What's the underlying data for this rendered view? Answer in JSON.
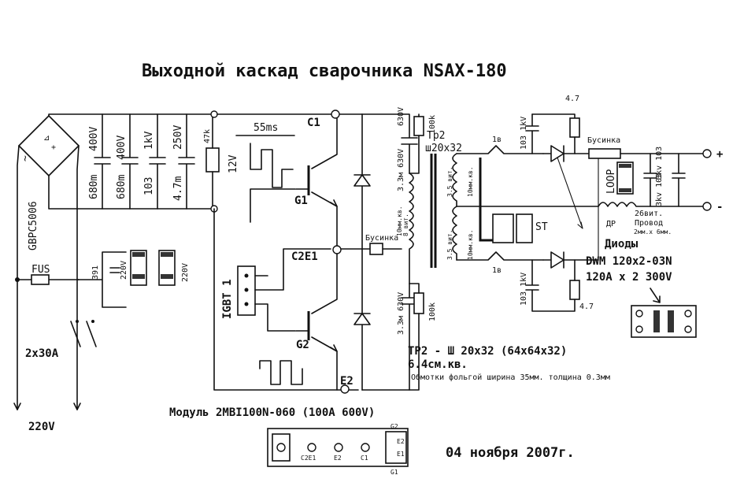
{
  "title": "Выходной каскад сварочника NSAX-180",
  "bridge": {
    "part": "GBPC5006"
  },
  "input": {
    "fuse": "FUS",
    "switch": "2x30A",
    "mains": "220V",
    "c_391": "391",
    "c_220v": "220V",
    "rel_220v": "220V"
  },
  "dc_bus": {
    "cap1_value": "680m",
    "cap1_voltage": "400V",
    "cap2_value": "680m",
    "cap2_voltage": "400V",
    "cap3_value": "103",
    "cap3_voltage": "1kV",
    "cap4_value": "4.7m",
    "cap4_voltage": "250V",
    "resistor": "47k"
  },
  "gate_drive": {
    "pulse_label": "55ms",
    "voltage": "12V",
    "connector": "IGBT 1"
  },
  "igbt": {
    "c1": "C1",
    "g1": "G1",
    "c2e1": "C2E1",
    "g2": "G2",
    "e2": "E2",
    "module": "Модуль 2MBI100N-060 (100A 600V)"
  },
  "snubber": {
    "top_cap": "3.3м 630V",
    "top_res": "100k",
    "bot_cap": "3.3м 630V",
    "bot_res": "100k",
    "bead": "Бусинка"
  },
  "transformer": {
    "name": "Тр2",
    "core": "ш20х32",
    "w1": "3.5 вит.",
    "w1_note": "10мм.кв.",
    "w2": "3.5 вит.",
    "w2_note": "10мм.кв.",
    "primary": "8 вит.",
    "primary_note": "10мм.кв.",
    "tap_top": "1в",
    "tap_bot": "1в",
    "spec": "TP2 - Ш 20х32 (64х64х32)",
    "area": "6.4см.кв.",
    "winding_note": "Обмотки фольгой ширина 35мм. толщина 0.3мм",
    "st_label": "ST"
  },
  "output": {
    "top_cap": "103 1kV",
    "top_res": "4.7",
    "bot_cap": "103 1kV",
    "bot_res": "4.7",
    "bead": "Бусинка",
    "loop": "LOOP",
    "choke": "ДР",
    "choke_note": "26вит.",
    "choke_wire": "Провод",
    "choke_wire2": "2мм.х 6мм.",
    "out_cap1": "3kv 103",
    "out_cap2": "3kv 103",
    "plus": "+",
    "minus": "-"
  },
  "diodes": {
    "title": "Диоды",
    "part": "DWM 120x2-03N",
    "rating": "120A x 2 300V"
  },
  "pinout": {
    "c2e1": "C2E1",
    "e2": "E2",
    "c1": "C1",
    "g2": "G2",
    "e2b": "E2",
    "e1": "E1",
    "g1": "G1"
  },
  "date": "04 ноября 2007г."
}
